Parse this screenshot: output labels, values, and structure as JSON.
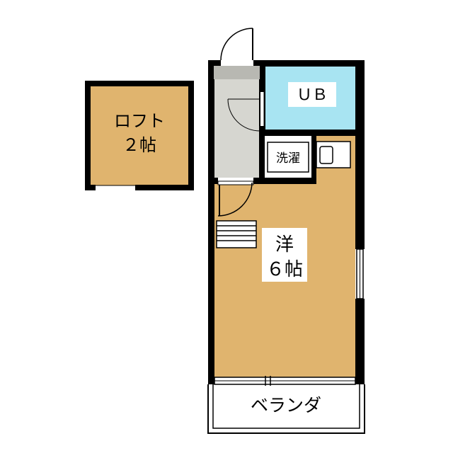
{
  "rooms": {
    "loft": {
      "name": "ロフト",
      "size": "２帖"
    },
    "bath": {
      "name": "ＵＢ"
    },
    "laundry": {
      "name": "洗濯"
    },
    "main": {
      "name": "洋",
      "size": "６帖"
    },
    "balcony": {
      "name": "ベランダ"
    }
  },
  "colors": {
    "floor": "#e0b46e",
    "bath": "#a8e4f2",
    "entry": "#d6d6d0",
    "wall": "#000000",
    "background": "#ffffff"
  }
}
